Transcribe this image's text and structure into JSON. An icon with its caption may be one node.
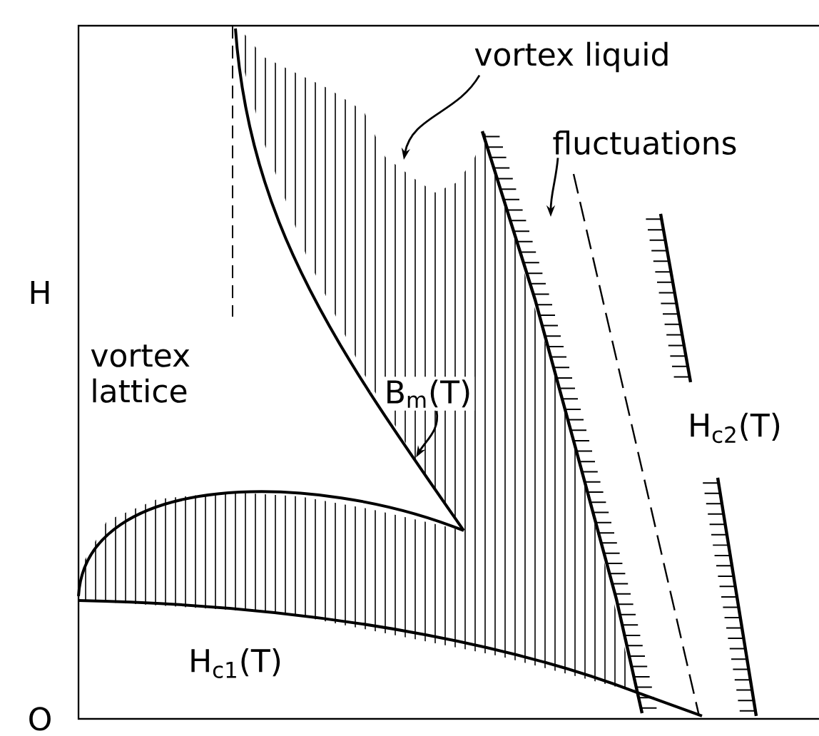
{
  "diagram": {
    "nodes": [
      {
        "text": [
          "vortex liquid"
        ]
      },
      {
        "text": [
          "fluctuations"
        ]
      },
      {
        "text": [
          "B$_{m}$(T)"
        ]
      },
      {
        "text": [],
        "shape": "curve"
      }
    ],
    "edges": [
      {
        "from": 0,
        "to": null,
        "arrow": "to"
      },
      {
        "from": 1,
        "to": null,
        "arrow": "to"
      },
      {
        "from": 2,
        "to": 3,
        "arrow": "to"
      }
    ],
    "labels": [
      "H",
      "O",
      "vortex lattice",
      "H$_{c1}$(T)",
      "H$_{c2}$(T)"
    ]
  }
}
